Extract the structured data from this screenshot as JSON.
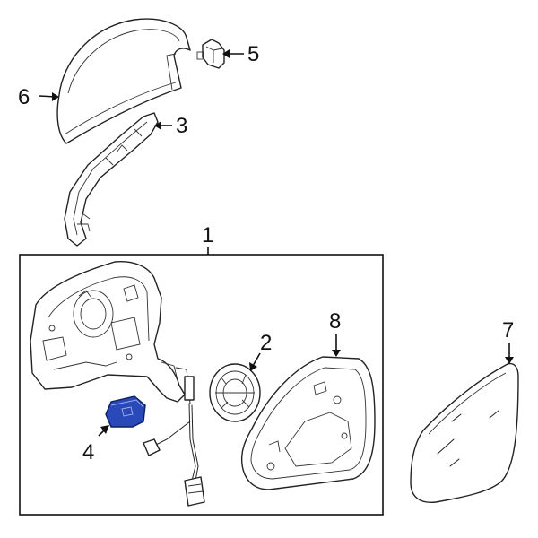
{
  "callouts": {
    "c1": "1",
    "c2": "2",
    "c3": "3",
    "c4": "4",
    "c5": "5",
    "c6": "6",
    "c7": "7",
    "c8": "8"
  },
  "highlight_color": "#2a49b8"
}
